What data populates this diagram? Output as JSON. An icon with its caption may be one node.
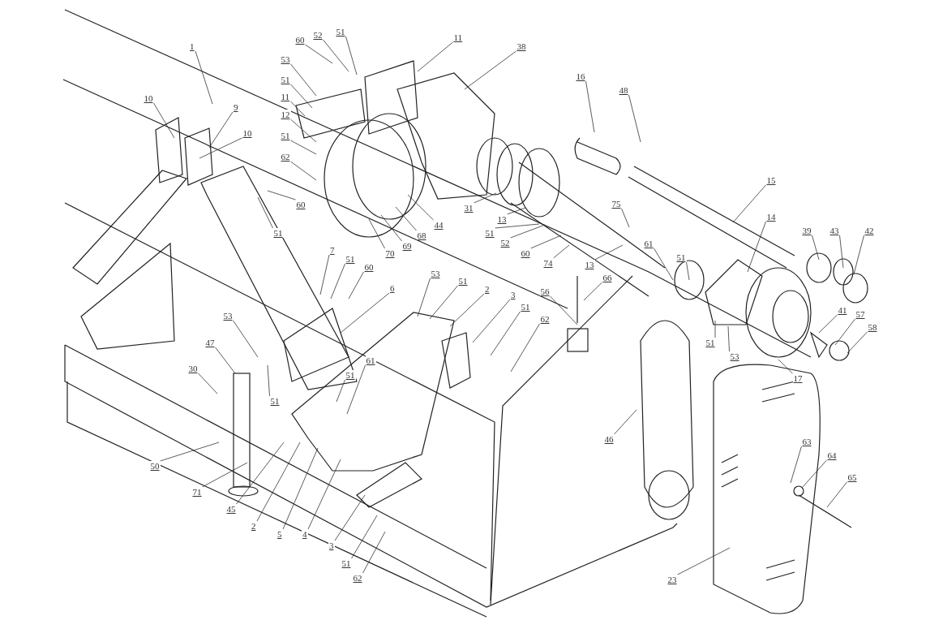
{
  "diagram": {
    "nodes": [
      {
        "text": [
          "1"
        ]
      },
      {
        "text": [
          "10"
        ]
      },
      {
        "text": [
          "9"
        ]
      },
      {
        "text": [
          "10"
        ]
      },
      {
        "text": [
          "60"
        ]
      },
      {
        "text": [
          "52"
        ]
      },
      {
        "text": [
          "51"
        ]
      },
      {
        "text": [
          "11"
        ]
      },
      {
        "text": [
          "38"
        ]
      },
      {
        "text": [
          "53"
        ]
      },
      {
        "text": [
          "51"
        ]
      },
      {
        "text": [
          "11"
        ]
      },
      {
        "text": [
          "12"
        ]
      },
      {
        "text": [
          "51"
        ]
      },
      {
        "text": [
          "62"
        ]
      },
      {
        "text": [
          "16"
        ]
      },
      {
        "text": [
          "48"
        ]
      },
      {
        "text": [
          "60"
        ]
      },
      {
        "text": [
          "51"
        ]
      },
      {
        "text": [
          "15"
        ]
      },
      {
        "text": [
          "31"
        ]
      },
      {
        "text": [
          "13"
        ]
      },
      {
        "text": [
          "44"
        ]
      },
      {
        "text": [
          "68"
        ]
      },
      {
        "text": [
          "69"
        ]
      },
      {
        "text": [
          "70"
        ]
      },
      {
        "text": [
          "75"
        ]
      },
      {
        "text": [
          "14"
        ]
      },
      {
        "text": [
          "39"
        ]
      },
      {
        "text": [
          "43"
        ]
      },
      {
        "text": [
          "42"
        ]
      },
      {
        "text": [
          "51"
        ]
      },
      {
        "text": [
          "52"
        ]
      },
      {
        "text": [
          "60"
        ]
      },
      {
        "text": [
          "61"
        ]
      },
      {
        "text": [
          "51"
        ]
      },
      {
        "text": [
          "74"
        ]
      },
      {
        "text": [
          "13"
        ]
      },
      {
        "text": [
          "7"
        ]
      },
      {
        "text": [
          "51"
        ]
      },
      {
        "text": [
          "60"
        ]
      },
      {
        "text": [
          "53"
        ]
      },
      {
        "text": [
          "51"
        ]
      },
      {
        "text": [
          "2"
        ]
      },
      {
        "text": [
          "3"
        ]
      },
      {
        "text": [
          "6"
        ]
      },
      {
        "text": [
          "66"
        ]
      },
      {
        "text": [
          "56"
        ]
      },
      {
        "text": [
          "51"
        ]
      },
      {
        "text": [
          "62"
        ]
      },
      {
        "text": [
          "41"
        ]
      },
      {
        "text": [
          "57"
        ]
      },
      {
        "text": [
          "58"
        ]
      },
      {
        "text": [
          "51"
        ]
      },
      {
        "text": [
          "53"
        ]
      },
      {
        "text": [
          "53"
        ]
      },
      {
        "text": [
          "61"
        ]
      },
      {
        "text": [
          "51"
        ]
      },
      {
        "text": [
          "51"
        ]
      },
      {
        "text": [
          "47"
        ]
      },
      {
        "text": [
          "30"
        ]
      },
      {
        "text": [
          "17"
        ]
      },
      {
        "text": [
          "46"
        ]
      },
      {
        "text": [
          "50"
        ]
      },
      {
        "text": [
          "71"
        ]
      },
      {
        "text": [
          "45"
        ]
      },
      {
        "text": [
          "2"
        ]
      },
      {
        "text": [
          "5"
        ]
      },
      {
        "text": [
          "4"
        ]
      },
      {
        "text": [
          "3"
        ]
      },
      {
        "text": [
          "51"
        ]
      },
      {
        "text": [
          "62"
        ]
      },
      {
        "text": [
          "63"
        ]
      },
      {
        "text": [
          "64"
        ]
      },
      {
        "text": [
          "65"
        ]
      },
      {
        "text": [
          "23"
        ]
      }
    ],
    "edges": [
      {
        "from": 0,
        "to": null,
        "arrow": "none"
      },
      {
        "from": 1,
        "to": null,
        "arrow": "none"
      },
      {
        "from": 2,
        "to": null,
        "arrow": "none"
      },
      {
        "from": 3,
        "to": null,
        "arrow": "none"
      },
      {
        "from": 4,
        "to": null,
        "arrow": "none"
      },
      {
        "from": 5,
        "to": null,
        "arrow": "none"
      },
      {
        "from": 6,
        "to": null,
        "arrow": "none"
      },
      {
        "from": 7,
        "to": null,
        "arrow": "none"
      },
      {
        "from": 8,
        "to": null,
        "arrow": "none"
      },
      {
        "from": 9,
        "to": null,
        "arrow": "none"
      },
      {
        "from": 10,
        "to": null,
        "arrow": "none"
      },
      {
        "from": 11,
        "to": null,
        "arrow": "none"
      },
      {
        "from": 12,
        "to": null,
        "arrow": "none"
      },
      {
        "from": 13,
        "to": null,
        "arrow": "none"
      },
      {
        "from": 14,
        "to": null,
        "arrow": "none"
      },
      {
        "from": 15,
        "to": null,
        "arrow": "none"
      },
      {
        "from": 16,
        "to": null,
        "arrow": "none"
      },
      {
        "from": 17,
        "to": null,
        "arrow": "none"
      },
      {
        "from": 18,
        "to": null,
        "arrow": "none"
      },
      {
        "from": 19,
        "to": null,
        "arrow": "none"
      },
      {
        "from": 20,
        "to": null,
        "arrow": "none"
      },
      {
        "from": 21,
        "to": null,
        "arrow": "none"
      },
      {
        "from": 22,
        "to": null,
        "arrow": "none"
      },
      {
        "from": 23,
        "to": null,
        "arrow": "none"
      },
      {
        "from": 24,
        "to": null,
        "arrow": "none"
      },
      {
        "from": 25,
        "to": null,
        "arrow": "none"
      },
      {
        "from": 26,
        "to": null,
        "arrow": "none"
      },
      {
        "from": 27,
        "to": null,
        "arrow": "none"
      },
      {
        "from": 28,
        "to": null,
        "arrow": "none"
      },
      {
        "from": 29,
        "to": null,
        "arrow": "none"
      },
      {
        "from": 30,
        "to": null,
        "arrow": "none"
      },
      {
        "from": 31,
        "to": null,
        "arrow": "none"
      },
      {
        "from": 32,
        "to": null,
        "arrow": "none"
      },
      {
        "from": 33,
        "to": null,
        "arrow": "none"
      },
      {
        "from": 34,
        "to": null,
        "arrow": "none"
      },
      {
        "from": 35,
        "to": null,
        "arrow": "none"
      },
      {
        "from": 36,
        "to": null,
        "arrow": "none"
      },
      {
        "from": 37,
        "to": null,
        "arrow": "none"
      },
      {
        "from": 38,
        "to": null,
        "arrow": "none"
      },
      {
        "from": 39,
        "to": null,
        "arrow": "none"
      },
      {
        "from": 40,
        "to": null,
        "arrow": "none"
      },
      {
        "from": 41,
        "to": null,
        "arrow": "none"
      },
      {
        "from": 42,
        "to": null,
        "arrow": "none"
      },
      {
        "from": 43,
        "to": null,
        "arrow": "none"
      },
      {
        "from": 44,
        "to": null,
        "arrow": "none"
      },
      {
        "from": 45,
        "to": null,
        "arrow": "none"
      },
      {
        "from": 46,
        "to": null,
        "arrow": "none"
      },
      {
        "from": 47,
        "to": null,
        "arrow": "none"
      },
      {
        "from": 48,
        "to": null,
        "arrow": "none"
      },
      {
        "from": 49,
        "to": null,
        "arrow": "none"
      },
      {
        "from": 50,
        "to": null,
        "arrow": "none"
      },
      {
        "from": 51,
        "to": null,
        "arrow": "none"
      },
      {
        "from": 52,
        "to": null,
        "arrow": "none"
      },
      {
        "from": 53,
        "to": null,
        "arrow": "none"
      },
      {
        "from": 54,
        "to": null,
        "arrow": "none"
      },
      {
        "from": 55,
        "to": null,
        "arrow": "none"
      },
      {
        "from": 56,
        "to": null,
        "arrow": "none"
      },
      {
        "from": 57,
        "to": null,
        "arrow": "none"
      },
      {
        "from": 58,
        "to": null,
        "arrow": "none"
      },
      {
        "from": 59,
        "to": null,
        "arrow": "none"
      },
      {
        "from": 60,
        "to": null,
        "arrow": "none"
      },
      {
        "from": 61,
        "to": null,
        "arrow": "none"
      },
      {
        "from": 62,
        "to": null,
        "arrow": "none"
      },
      {
        "from": 63,
        "to": null,
        "arrow": "none"
      },
      {
        "from": 64,
        "to": null,
        "arrow": "none"
      },
      {
        "from": 65,
        "to": null,
        "arrow": "none"
      },
      {
        "from": 66,
        "to": null,
        "arrow": "none"
      },
      {
        "from": 67,
        "to": null,
        "arrow": "none"
      },
      {
        "from": 68,
        "to": null,
        "arrow": "none"
      },
      {
        "from": 69,
        "to": null,
        "arrow": "none"
      },
      {
        "from": 70,
        "to": null,
        "arrow": "none"
      },
      {
        "from": 71,
        "to": null,
        "arrow": "none"
      },
      {
        "from": 72,
        "to": null,
        "arrow": "none"
      },
      {
        "from": 73,
        "to": null,
        "arrow": "none"
      },
      {
        "from": 74,
        "to": null,
        "arrow": "none"
      },
      {
        "from": 75,
        "to": null,
        "arrow": "none"
      }
    ]
  }
}
